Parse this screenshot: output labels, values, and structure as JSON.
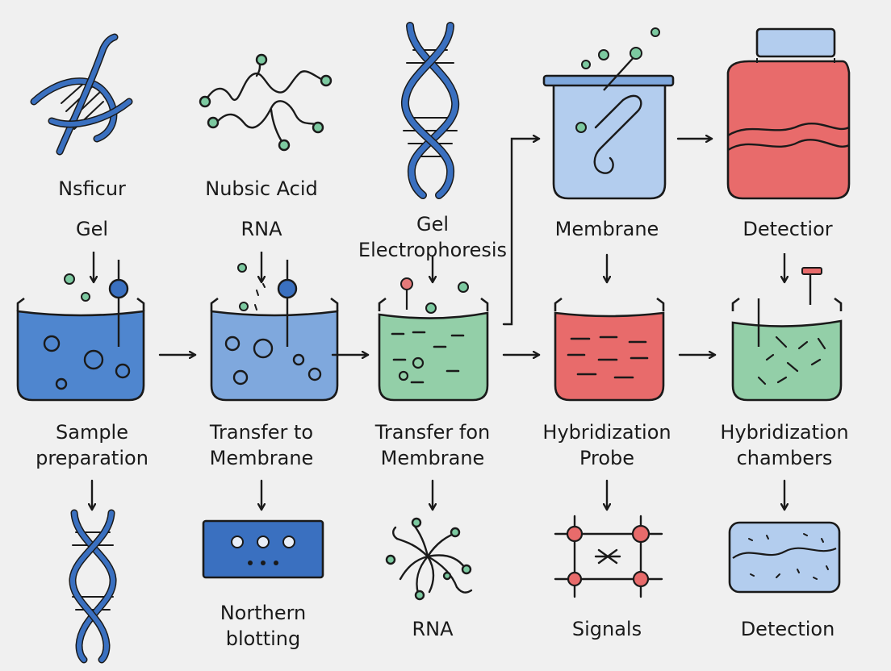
{
  "labels": {
    "nsficur": "Nsficur",
    "nubsic_acid": "Nubsic Acid",
    "gel_top": "Gel",
    "rna_top": "RNA",
    "gel_electro_1": "Gel",
    "gel_electro_2": "Electrophoresis",
    "membrane": "Membrane",
    "detectior": "Detectior",
    "sample_1": "Sample",
    "sample_2": "preparation",
    "transfer_to_1": "Transfer to",
    "transfer_to_2": "Membrane",
    "transfer_fon_1": "Transfer fon",
    "transfer_fon_2": "Membrane",
    "hyb_probe_1": "Hybridization",
    "hyb_probe_2": "Probe",
    "hyb_chambers_1": "Hybridization",
    "hyb_chambers_2": "chambers",
    "northern_1": "Northern",
    "northern_2": "blotting",
    "rna_bottom": "RNA",
    "signals": "Signals",
    "detection": "Detection"
  },
  "colors": {
    "background": "#f0f0f0",
    "ink": "#1a1a1a",
    "blue": "#3a70c0",
    "light_blue": "#7fa8dd",
    "pale_blue": "#b3cdee",
    "green": "#93cfa8",
    "green_dot": "#7cc9a0",
    "red": "#e86b6b",
    "red_dot": "#e57a7a"
  },
  "icons": [
    "dna-helix-icon",
    "nucleic-acid-strand-icon",
    "dna-double-helix-icon",
    "membrane-tank-icon",
    "detection-jar-icon",
    "sample-beaker-icon",
    "transfer-beaker-icon",
    "gel-beaker-icon",
    "hybridization-beaker-icon",
    "chamber-beaker-icon",
    "bottom-dna-icon",
    "blot-membrane-icon",
    "rna-network-icon",
    "signal-grid-icon",
    "detection-membrane-icon"
  ]
}
